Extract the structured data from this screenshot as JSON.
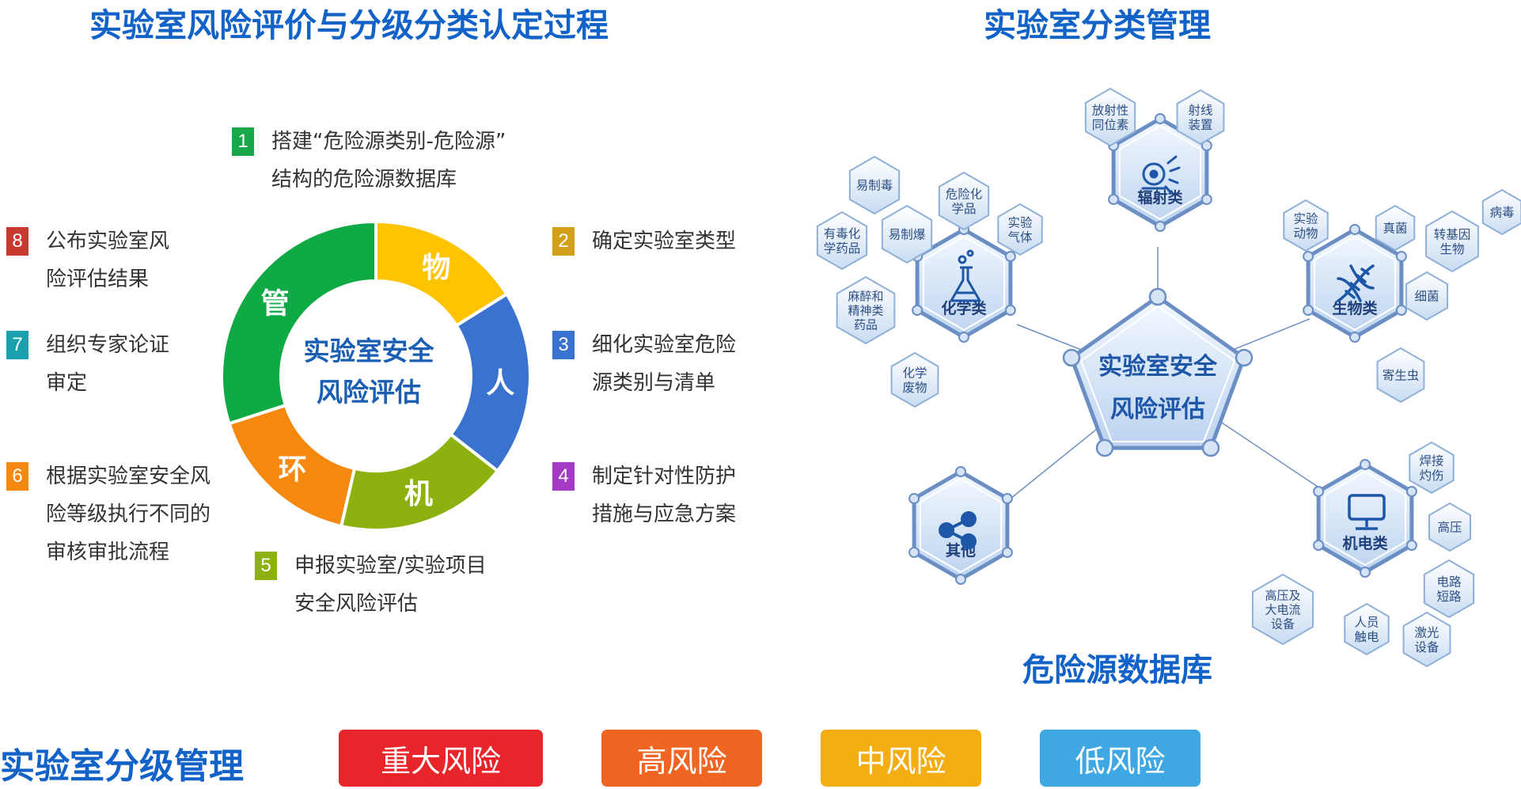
{
  "left_title": "实验室风险评价与分级分类认定过程",
  "right_title": "实验室分类管理",
  "bottom_title": "实验室分级管理",
  "donut": {
    "center": [
      "实验室安全",
      "风险评估"
    ],
    "segments": [
      {
        "label": "物",
        "color": "#ffc300"
      },
      {
        "label": "人",
        "color": "#3a72cf"
      },
      {
        "label": "机",
        "color": "#8db10f"
      },
      {
        "label": "环",
        "color": "#f5880f"
      },
      {
        "label": "管",
        "color": "#0faa45"
      }
    ]
  },
  "steps": [
    {
      "num": "1",
      "color": "#18a84a",
      "lines": [
        "搭建“危险源类别-危险源”",
        "结构的危险源数据库"
      ]
    },
    {
      "num": "2",
      "color": "#d2a017",
      "lines": [
        "确定实验室类型"
      ]
    },
    {
      "num": "3",
      "color": "#3a72cf",
      "lines": [
        "细化实验室危险",
        "源类别与清单"
      ]
    },
    {
      "num": "4",
      "color": "#a43bc7",
      "lines": [
        "制定针对性防护",
        "措施与应急方案"
      ]
    },
    {
      "num": "5",
      "color": "#8db10f",
      "lines": [
        "申报实验室/实验项目",
        "安全风险评估"
      ]
    },
    {
      "num": "6",
      "color": "#f5880f",
      "lines": [
        "根据实验室安全风",
        "险等级执行不同的",
        "审核审批流程"
      ]
    },
    {
      "num": "7",
      "color": "#1aa1ae",
      "lines": [
        "组织专家论证",
        "审定"
      ]
    },
    {
      "num": "8",
      "color": "#c8392f",
      "lines": [
        "公布实验室风",
        "险评估结果"
      ]
    }
  ],
  "network": {
    "center": [
      "实验室安全",
      "风险评估"
    ],
    "database_label": "危险源数据库",
    "categories": [
      {
        "name": "辐射类",
        "icon": "radiation-icon"
      },
      {
        "name": "化学类",
        "icon": "flask-icon"
      },
      {
        "name": "生物类",
        "icon": "dna-icon"
      },
      {
        "name": "其他",
        "icon": "share-icon"
      },
      {
        "name": "机电类",
        "icon": "monitor-icon"
      }
    ],
    "hazards": {
      "radiation": [
        [
          "放射性",
          "同位素"
        ],
        [
          "射线",
          "装置"
        ]
      ],
      "chemical": [
        [
          "易制毒"
        ],
        [
          "危险化",
          "学品"
        ],
        [
          "有毒化",
          "学药品"
        ],
        [
          "易制爆"
        ],
        [
          "实验",
          "气体"
        ],
        [
          "麻醉和",
          "精神类",
          "药品"
        ],
        [
          "化学",
          "废物"
        ]
      ],
      "biological": [
        [
          "实验",
          "动物"
        ],
        [
          "真菌"
        ],
        [
          "转基因",
          "生物"
        ],
        [
          "病毒"
        ],
        [
          "细菌"
        ],
        [
          "寄生虫"
        ]
      ],
      "electromechanical": [
        [
          "焊接",
          "灼伤"
        ],
        [
          "高压"
        ],
        [
          "电路",
          "短路"
        ],
        [
          "高压及",
          "大电流",
          "设备"
        ],
        [
          "人员",
          "触电"
        ],
        [
          "激光",
          "设备"
        ]
      ]
    }
  },
  "risk_levels": [
    {
      "label": "重大风险",
      "color": "#e8252a"
    },
    {
      "label": "高风险",
      "color": "#ef6522"
    },
    {
      "label": "中风险",
      "color": "#f5ad14"
    },
    {
      "label": "低风险",
      "color": "#3fa8e3"
    }
  ]
}
